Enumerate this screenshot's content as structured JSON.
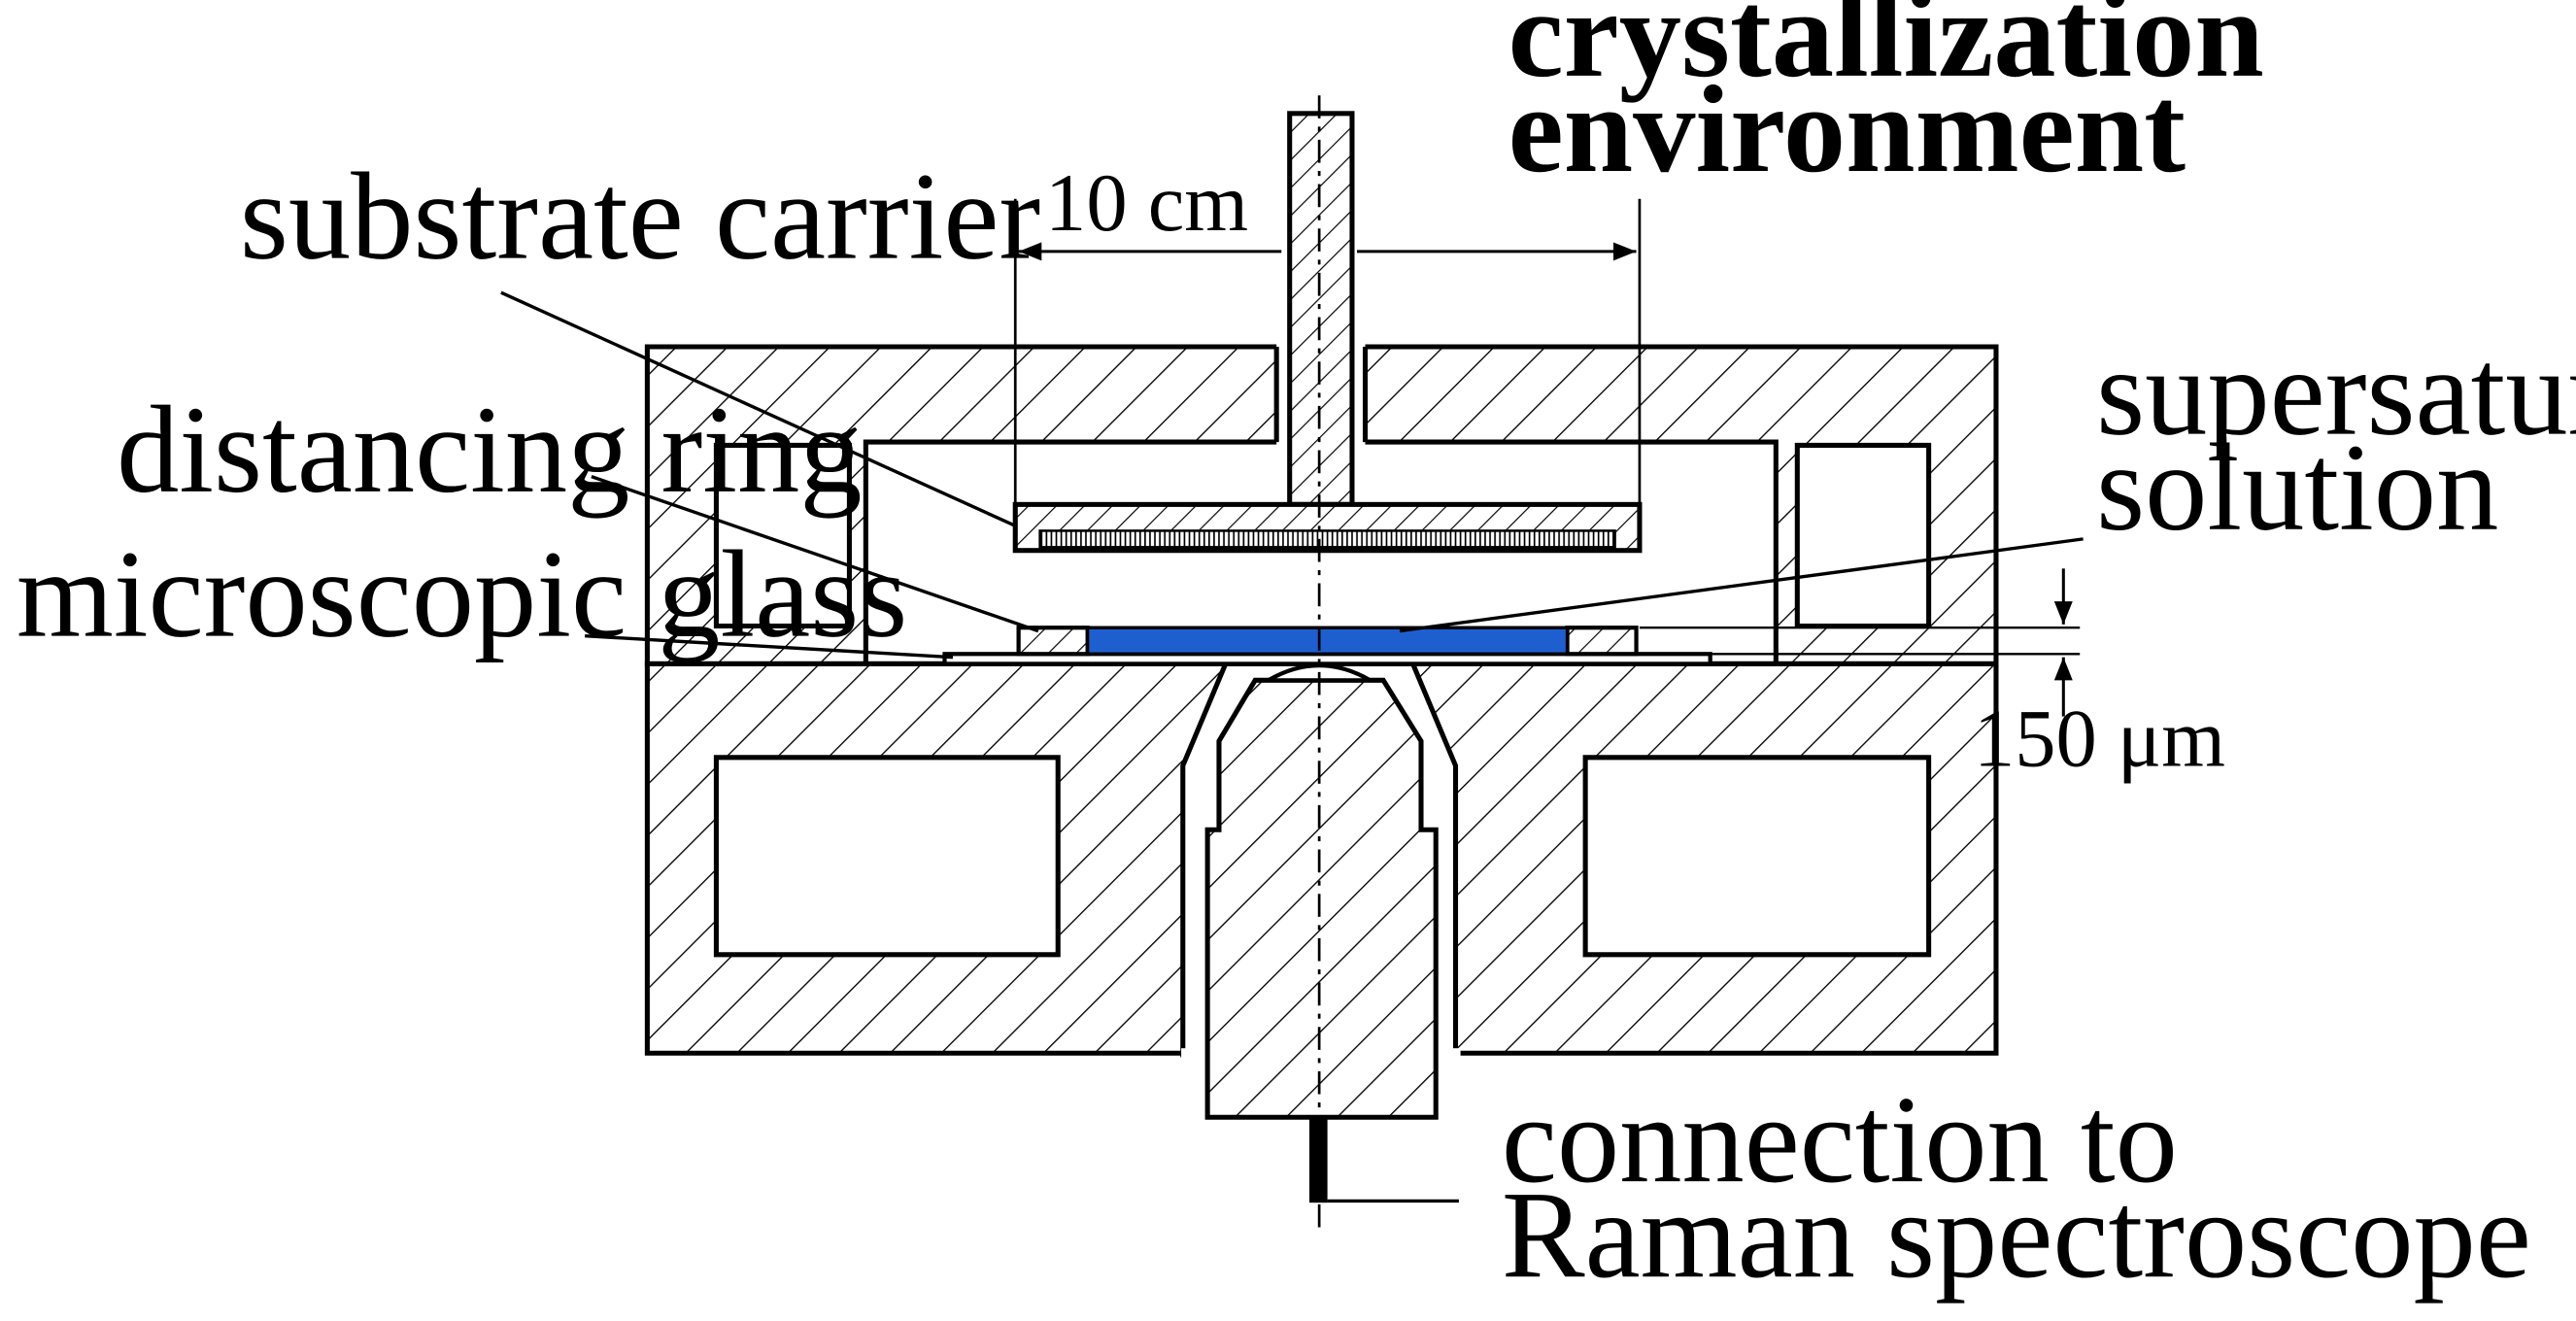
{
  "labels": {
    "crystallization_line1": "crystallization",
    "crystallization_line2": "environment",
    "substrate_carrier": "substrate carrier",
    "distancing_ring": "distancing ring",
    "microscopic_glass": "microscopic glass",
    "supersaturated_line1": "supersaturated",
    "supersaturated_line2": "solution",
    "connection_line1": "connection to",
    "connection_line2": "Raman spectroscope",
    "dim_width": "10 cm",
    "dim_gap": "150 μm"
  },
  "colors": {
    "solution": "#1e5fd0",
    "line": "#000000",
    "background": "#ffffff"
  }
}
